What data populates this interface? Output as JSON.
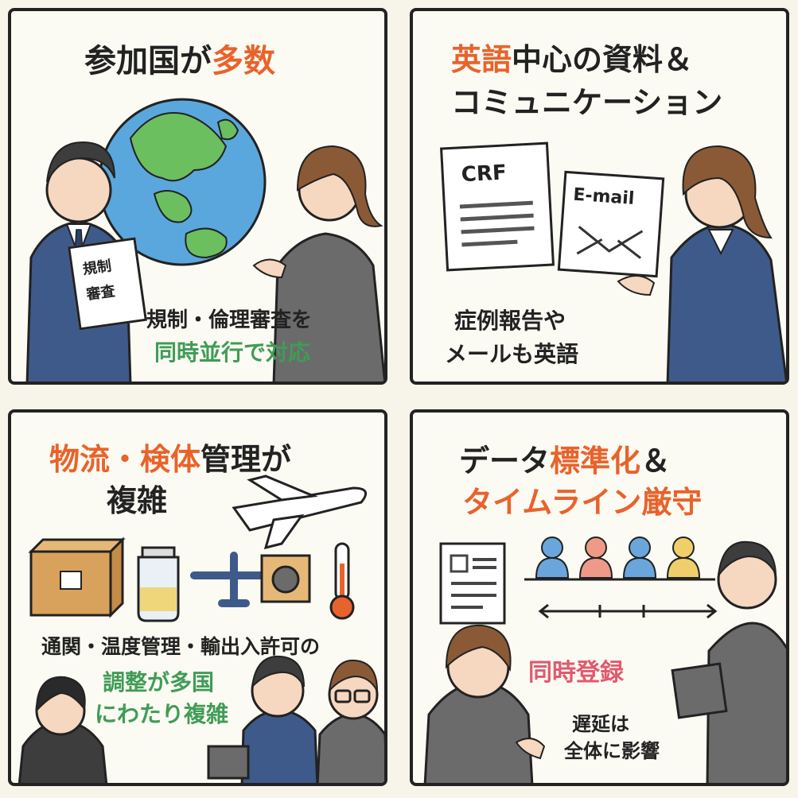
{
  "panels": [
    {
      "title_a": "参加国が",
      "title_b": "多数",
      "doc_label_1": "規制",
      "doc_label_2": "審査",
      "caption_1": "規制・倫理審査を",
      "caption_2": "同時並行で対応"
    },
    {
      "title_a": "英語",
      "title_b": "中心の資料＆",
      "title_c": "コミュニケーション",
      "crf_label": "CRF",
      "email_label": "E-mail",
      "caption_1": "症例報告や",
      "caption_2": "メールも英語"
    },
    {
      "title_a": "物流・検体",
      "title_b": "管理が",
      "title_c": "複雑",
      "caption_1": "通関・温度管理・輸出入許可の",
      "caption_2": "調整が多国",
      "caption_3": "にわたり複雑"
    },
    {
      "title_a": "データ",
      "title_b": "標準化",
      "title_c": "＆",
      "title_d": "タイムライン厳守",
      "caption_1": "同時登録",
      "caption_2": "遅延は",
      "caption_3": "全体に影響"
    }
  ],
  "colors": {
    "accent": "#e8632b",
    "green": "#3f9c56",
    "pink": "#e05a6d",
    "suit": "#3e5a8a",
    "ocean": "#5aa7dd",
    "land": "#6cbf5f"
  }
}
